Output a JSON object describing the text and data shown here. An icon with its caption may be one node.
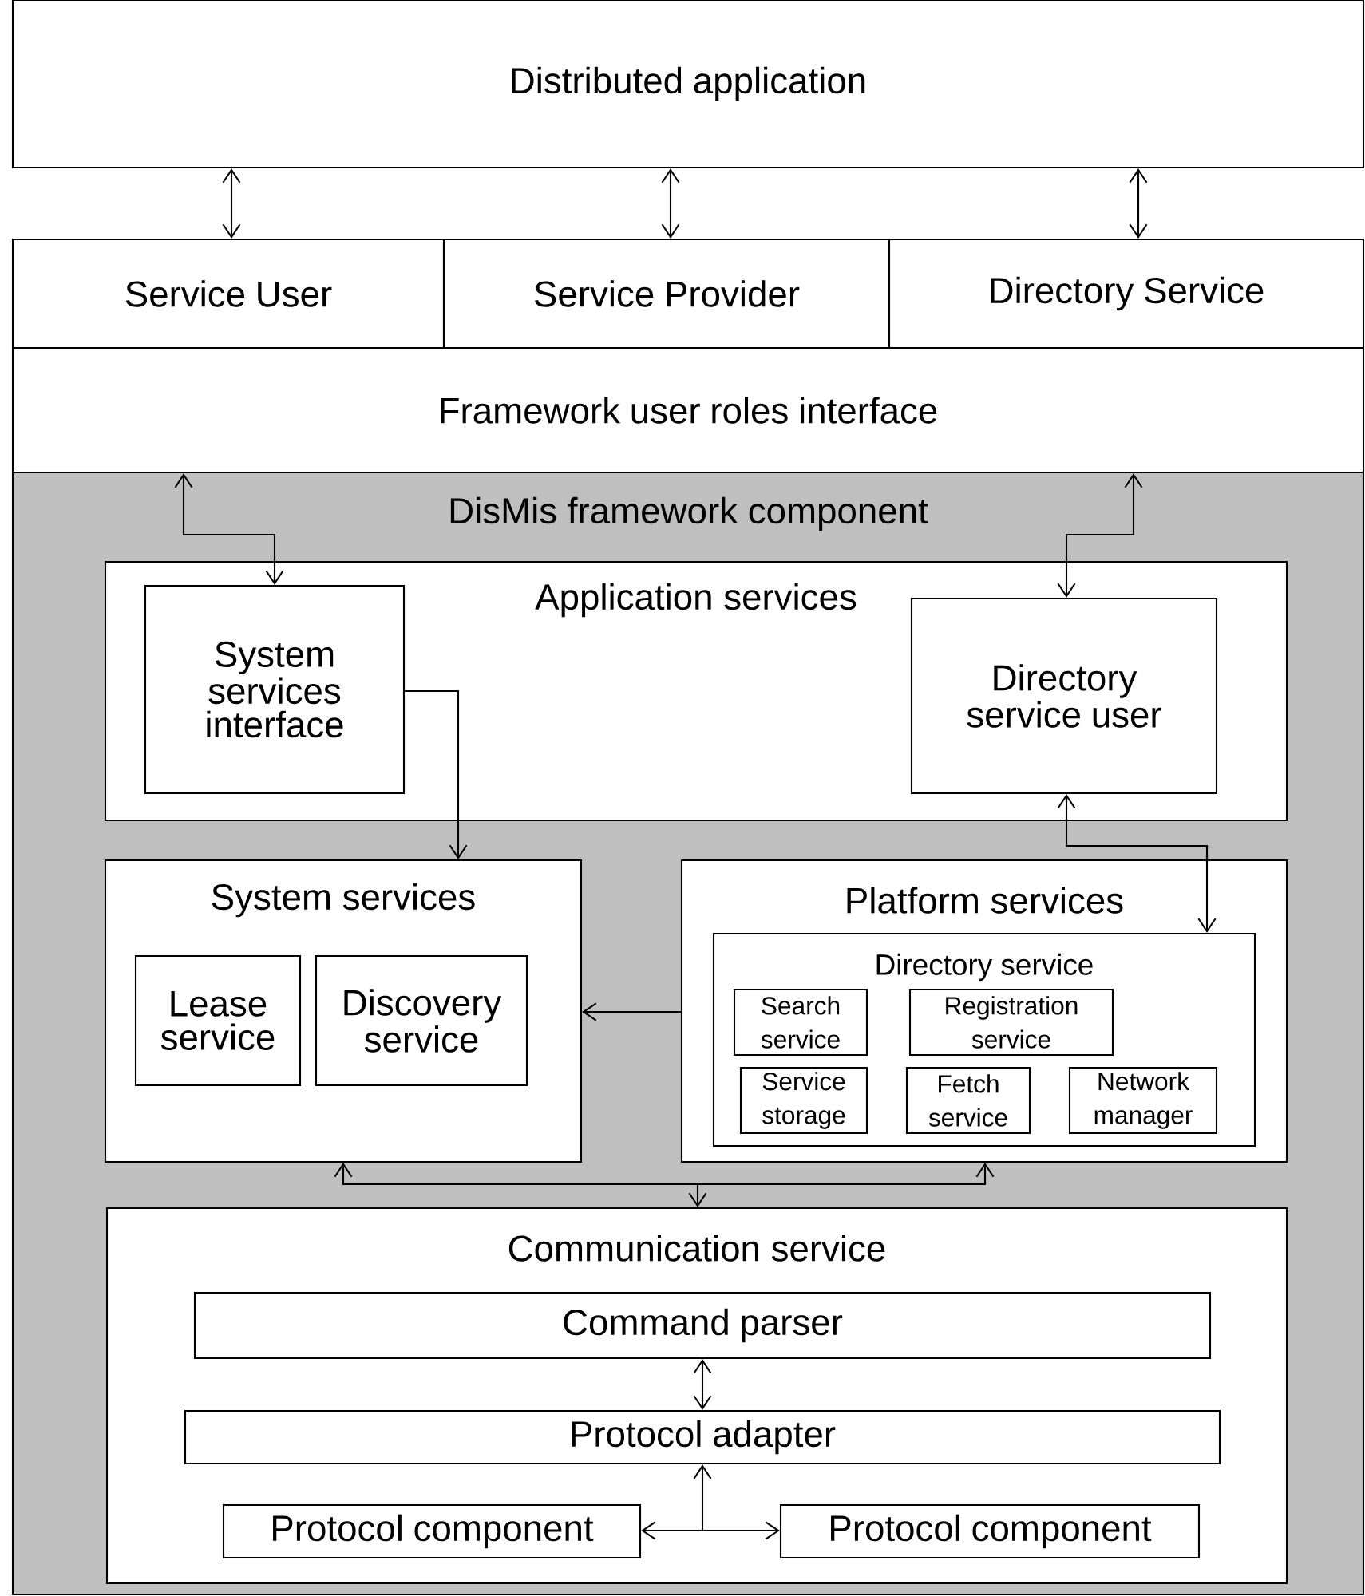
{
  "diagram": {
    "nodes": [
      {
        "text": [
          "Distributed application"
        ]
      },
      {
        "text": [
          "Service User"
        ]
      },
      {
        "text": [
          "Service Provider"
        ]
      },
      {
        "text": [
          "Directory Service"
        ]
      },
      {
        "text": [
          "Framework user roles interface"
        ]
      },
      {
        "text": [
          "DisMis framework component"
        ]
      },
      {
        "text": [
          "Application services"
        ],
        "in": 5
      },
      {
        "text": [
          "System services interface"
        ],
        "in": 6
      },
      {
        "text": [
          "Directory service user"
        ],
        "in": 6
      },
      {
        "text": [
          "System services"
        ],
        "in": 5
      },
      {
        "text": [
          "Lease service"
        ],
        "in": 9
      },
      {
        "text": [
          "Discovery service"
        ],
        "in": 9
      },
      {
        "text": [
          "Platform services"
        ],
        "in": 5
      },
      {
        "text": [
          "Directory service"
        ],
        "in": 12
      },
      {
        "text": [
          "Search service"
        ],
        "in": 13
      },
      {
        "text": [
          "Registration service"
        ],
        "in": 13
      },
      {
        "text": [
          "Service storage"
        ],
        "in": 13
      },
      {
        "text": [
          "Fetch service"
        ],
        "in": 13
      },
      {
        "text": [
          "Network manager"
        ],
        "in": 13
      },
      {
        "text": [
          "Communication service"
        ],
        "in": 5
      },
      {
        "text": [
          "Command parser"
        ],
        "in": 19
      },
      {
        "text": [
          "Protocol adapter"
        ],
        "in": 19
      },
      {
        "text": [
          "Protocol component"
        ],
        "in": 19
      },
      {
        "text": [
          "Protocol component"
        ],
        "in": 19
      }
    ],
    "edges": [
      {
        "from": 1,
        "to": 0,
        "arrow": "both"
      },
      {
        "from": 2,
        "to": 0,
        "arrow": "both"
      },
      {
        "from": 3,
        "to": 0,
        "arrow": "both"
      },
      {
        "from": 4,
        "to": 7,
        "arrow": "both"
      },
      {
        "from": 4,
        "to": 8,
        "arrow": "both"
      },
      {
        "from": 7,
        "to": 9,
        "arrow": "to"
      },
      {
        "from": 8,
        "to": 13,
        "arrow": "both"
      },
      {
        "from": 12,
        "to": 9,
        "arrow": "to"
      },
      {
        "from": 9,
        "to": 19,
        "arrow": "both"
      },
      {
        "from": 12,
        "to": 19,
        "arrow": "both"
      },
      {
        "from": 20,
        "to": 21,
        "arrow": "both"
      },
      {
        "from": 22,
        "to": 21,
        "arrow": "both"
      },
      {
        "from": 23,
        "to": 21,
        "arrow": "both"
      }
    ]
  }
}
